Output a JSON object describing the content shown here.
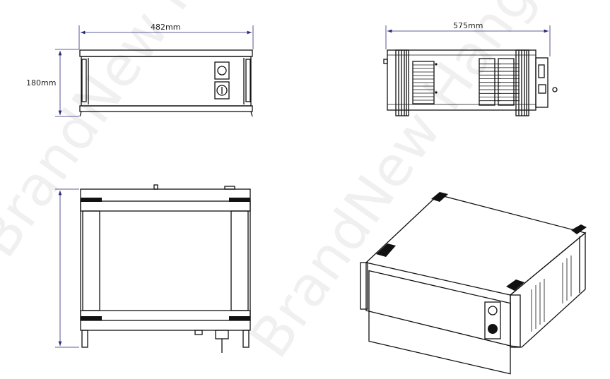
{
  "dimensions": {
    "width_label": "482mm",
    "length_label": "575mm",
    "height_label": "180mm"
  },
  "watermark": "BrandNew Hangzhou",
  "colors": {
    "line": "#111111",
    "dimension_line": "#2a2a7a"
  }
}
